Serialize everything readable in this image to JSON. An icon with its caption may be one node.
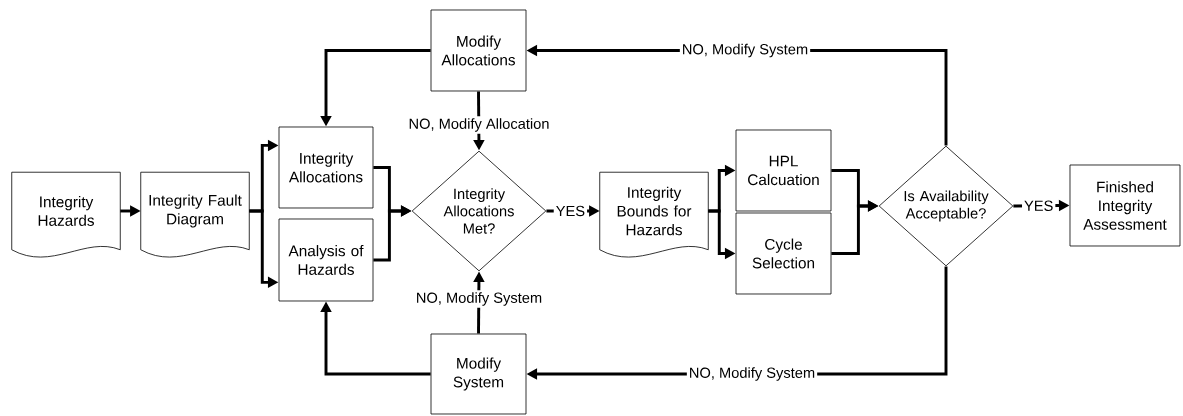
{
  "diagram": {
    "nodes": [
      {
        "text": [
          "Integrity Hazards"
        ]
      },
      {
        "text": [
          "Integrity Fault Diagram"
        ]
      },
      {
        "text": [
          "Modify Allocations"
        ]
      },
      {
        "text": [
          "Integrity Allocations"
        ]
      },
      {
        "text": [
          "Analysis of Hazards"
        ]
      },
      {
        "text": [
          "Integrity Allocations Met?"
        ]
      },
      {
        "text": [
          "Integrity Bounds for Hazards"
        ]
      },
      {
        "text": [
          "HPL Calcuation"
        ]
      },
      {
        "text": [
          "Cycle Selection"
        ]
      },
      {
        "text": [
          "Is Availability Acceptable?"
        ]
      },
      {
        "text": [
          "Finished Integrity Assessment"
        ]
      },
      {
        "text": [
          "Modify System"
        ]
      }
    ],
    "edges": [
      {
        "from": 0,
        "to": 1,
        "arrow": "to"
      },
      {
        "from": 1,
        "to": 3,
        "arrow": "to"
      },
      {
        "from": 1,
        "to": 4,
        "arrow": "to"
      },
      {
        "from": 3,
        "to": 5,
        "arrow": "to"
      },
      {
        "from": 4,
        "to": 5,
        "arrow": "to"
      },
      {
        "from": 5,
        "to": 6,
        "arrow": "to",
        "label": "YES"
      },
      {
        "from": 6,
        "to": 7,
        "arrow": "to"
      },
      {
        "from": 6,
        "to": 8,
        "arrow": "to"
      },
      {
        "from": 7,
        "to": 9,
        "arrow": "to"
      },
      {
        "from": 8,
        "to": 9,
        "arrow": "to"
      },
      {
        "from": 9,
        "to": 10,
        "arrow": "to",
        "label": "YES"
      },
      {
        "from": 9,
        "to": 2,
        "arrow": "to",
        "label": "NO, Modify System"
      },
      {
        "from": 9,
        "to": 11,
        "arrow": "to",
        "label": "NO, Modify System"
      },
      {
        "from": 2,
        "to": 5,
        "arrow": "to",
        "label": "NO, Modify Allocation"
      },
      {
        "from": 11,
        "to": 5,
        "arrow": "to",
        "label": "NO, Modify System"
      },
      {
        "from": 2,
        "to": 3,
        "arrow": "to"
      },
      {
        "from": 11,
        "to": 4,
        "arrow": "to"
      }
    ]
  }
}
